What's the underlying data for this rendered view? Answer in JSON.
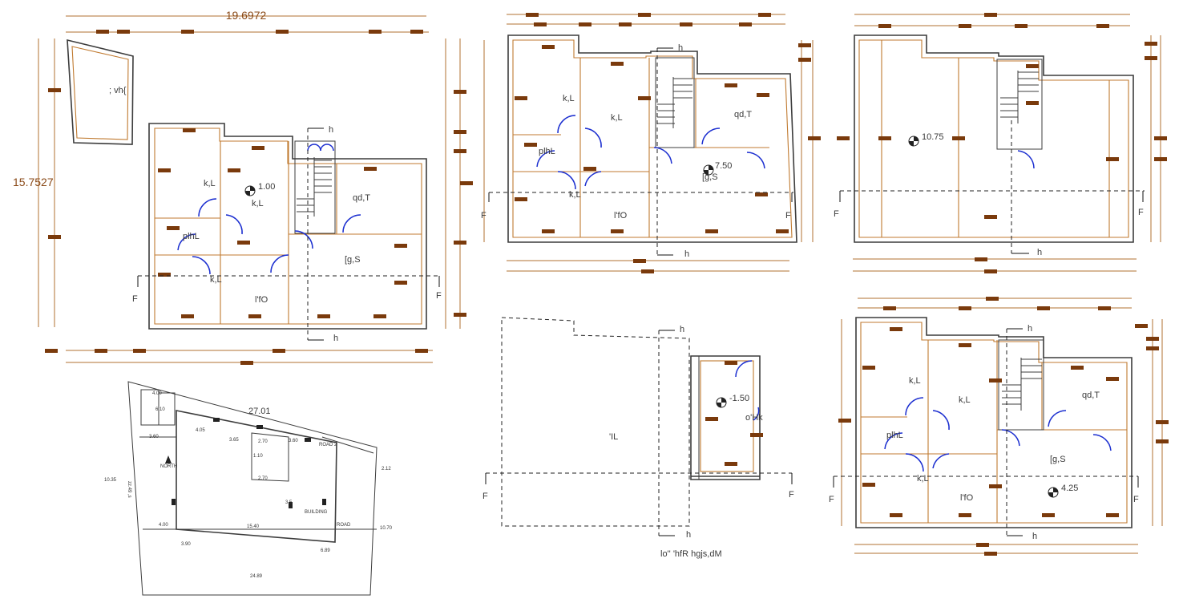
{
  "overall_dimensions": {
    "width": "19.6972",
    "height": "15.7527"
  },
  "room_labels": {
    "room_a": "k,L",
    "room_b": "qd,T",
    "room_c": "[g,S",
    "room_d": "l'fO",
    "room_e": "plhL",
    "top_shape": "; vh{",
    "lawn": "'IL",
    "side_room": "o'Hk"
  },
  "section_marks": {
    "h": "h",
    "f": "F"
  },
  "levels": {
    "ground": "1.00",
    "first": "7.50",
    "terrace": "10.75",
    "basement": "-1.50",
    "fourth": "4.25"
  },
  "caption": "lo'' 'hfR hgjs,dM",
  "site_plan": {
    "top_length": "27.01",
    "side_length": "zz.49 ,s",
    "bottom_length": "24.89",
    "dims": [
      "4.00",
      "4.05",
      "3.65",
      "2.70",
      "3.60",
      "2.70",
      "1.10",
      "15.40",
      "3.5",
      "6.10",
      "3.60",
      "10.35",
      "3.90",
      "6.89",
      "10.70",
      "2.12"
    ],
    "tiny_labels": [
      "NORTH",
      "ROAD",
      "ROAD 2",
      "BUILDING"
    ]
  },
  "colors": {
    "dimension": "#b07030",
    "tag": "#7a3a0c",
    "door": "#1c2fd0",
    "wall": "#3c3c3c"
  }
}
